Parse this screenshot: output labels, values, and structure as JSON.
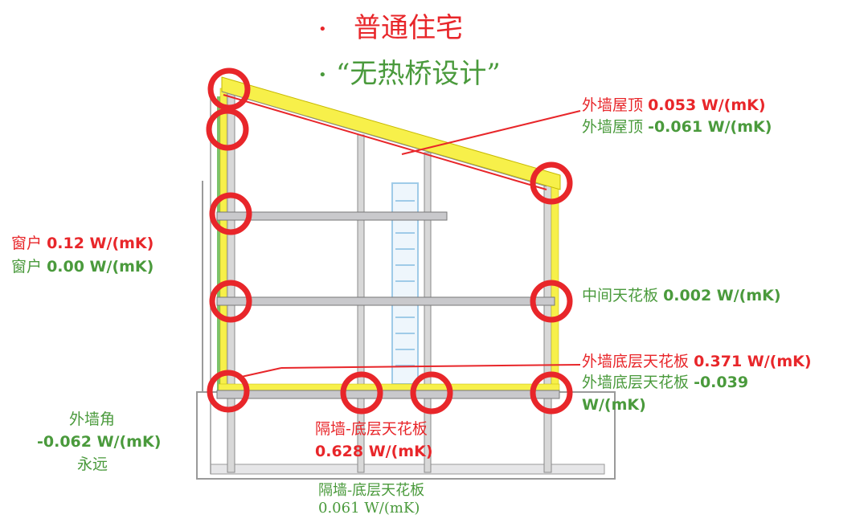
{
  "colors": {
    "red": "#e8262a",
    "green": "#4a9a3c",
    "insulation": "#f7f04a",
    "slab": "#c9c9cc",
    "stair": "#9fcbe8"
  },
  "title": {
    "bullet_red": "•",
    "line1": "普通住宅",
    "bullet_green": "•",
    "line2": "“无热桥设计”"
  },
  "labels": {
    "roof": {
      "name": "外墙屋顶",
      "red_value": "0.053 W/(mK)",
      "green_value": "-0.061 W/(mK)"
    },
    "window": {
      "name": "窗户",
      "red_value": "0.12 W/(mK)",
      "green_value": "0.00 W/(mK)"
    },
    "mid_ceiling": {
      "name": "中间天花板",
      "green_value": "0.002 W/(mK)"
    },
    "ext_base_ceiling": {
      "name": "外墙底层天花板",
      "red_value": "0.371 W/(mK)",
      "green_value": "-0.039",
      "green_unit": "W/(mK)"
    },
    "corner": {
      "line1": "外墙角",
      "line2": "-0.062 W/(mK)",
      "line3": "永远"
    },
    "partition_red": {
      "line1": "隔墙-底层天花板",
      "line2": "0.628 W/(mK)"
    },
    "partition_green": {
      "line1": "隔墙-底层天花板",
      "line2": "0.061 W/(mK)"
    }
  }
}
